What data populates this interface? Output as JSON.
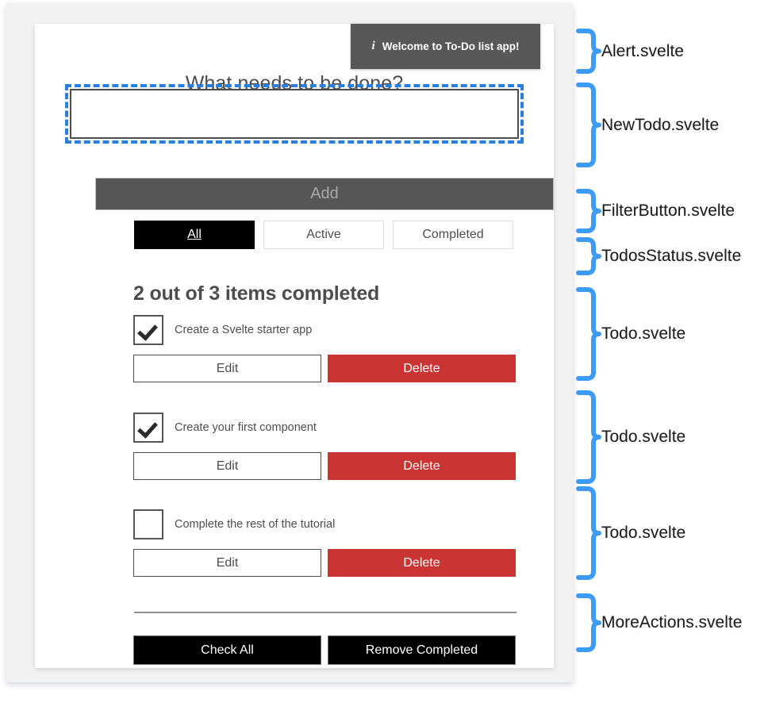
{
  "app": {
    "heading": "What needs to be done?"
  },
  "alert": {
    "icon": "info-italic-icon",
    "icon_glyph": "i",
    "message": "Welcome to To-Do list app!",
    "background": "#585858",
    "text_color": "#ffffff"
  },
  "new_todo": {
    "value": "",
    "placeholder": "",
    "focus_outline_color": "#2a7fdd",
    "add_label": "Add",
    "add_disabled": true,
    "add_background": "#565656",
    "add_text_color": "#a9a9a9"
  },
  "filters": {
    "selected": "All",
    "items": [
      {
        "label": "All",
        "selected": true
      },
      {
        "label": "Active",
        "selected": false
      },
      {
        "label": "Completed",
        "selected": false
      }
    ]
  },
  "status": {
    "text": "2 out of 3 items completed",
    "completed": 2,
    "total": 3
  },
  "todos": [
    {
      "label": "Create a Svelte starter app",
      "checked": true,
      "edit_label": "Edit",
      "delete_label": "Delete"
    },
    {
      "label": "Create your first component",
      "checked": true,
      "edit_label": "Edit",
      "delete_label": "Delete"
    },
    {
      "label": "Complete the rest of the tutorial",
      "checked": false,
      "edit_label": "Edit",
      "delete_label": "Delete"
    }
  ],
  "more_actions": {
    "check_all_label": "Check All",
    "remove_completed_label": "Remove Completed"
  },
  "colors": {
    "delete_red": "#ca3433",
    "dark": "#000000",
    "annotation_blue": "#3d9bf5",
    "text_gray": "#4d4d4d"
  },
  "annotations": [
    {
      "label": "Alert.svelte"
    },
    {
      "label": "NewTodo.svelte"
    },
    {
      "label": "FilterButton.svelte"
    },
    {
      "label": "TodosStatus.svelte"
    },
    {
      "label": "Todo.svelte"
    },
    {
      "label": "Todo.svelte"
    },
    {
      "label": "Todo.svelte"
    },
    {
      "label": "MoreActions.svelte"
    }
  ]
}
